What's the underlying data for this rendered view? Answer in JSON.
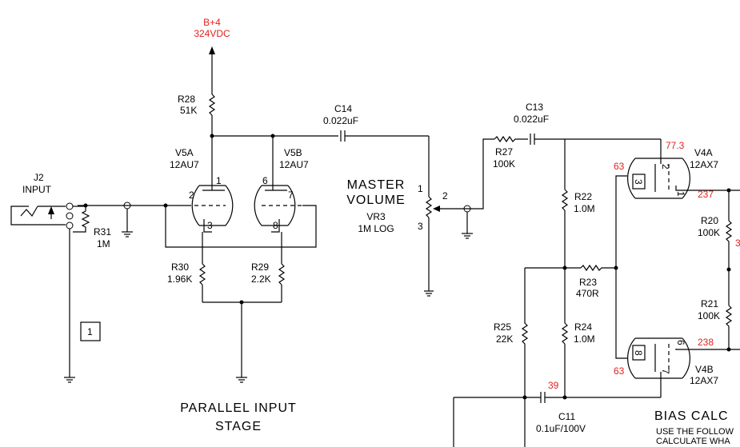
{
  "supply": {
    "name": "B+4",
    "voltage": "324VDC"
  },
  "components": {
    "r28": {
      "ref": "R28",
      "value": "51K"
    },
    "c14": {
      "ref": "C14",
      "value": "0.022uF"
    },
    "c13": {
      "ref": "C13",
      "value": "0.022uF"
    },
    "r27": {
      "ref": "R27",
      "value": "100K"
    },
    "v5a": {
      "ref": "V5A",
      "type": "12AU7"
    },
    "v5b": {
      "ref": "V5B",
      "type": "12AU7"
    },
    "j2": {
      "ref": "J2",
      "label": "INPUT"
    },
    "r31": {
      "ref": "R31",
      "value": "1M"
    },
    "r30": {
      "ref": "R30",
      "value": "1.96K"
    },
    "r29": {
      "ref": "R29",
      "value": "2.2K"
    },
    "vr3": {
      "label_line1": "MASTER",
      "label_line2": "VOLUME",
      "ref": "VR3",
      "value": "1M LOG"
    },
    "r22": {
      "ref": "R22",
      "value": "1.0M"
    },
    "r23": {
      "ref": "R23",
      "value": "470R"
    },
    "r24": {
      "ref": "R24",
      "value": "1.0M"
    },
    "r25": {
      "ref": "R25",
      "value": "22K"
    },
    "c11": {
      "ref": "C11",
      "value": "0.1uF/100V"
    },
    "v4a": {
      "ref": "V4A",
      "type": "12AX7"
    },
    "v4b": {
      "ref": "V4B",
      "type": "12AX7"
    },
    "r20": {
      "ref": "R20",
      "value": "100K"
    },
    "r21": {
      "ref": "R21",
      "value": "100K"
    }
  },
  "pins": {
    "v5a_plate": "1",
    "v5a_grid": "2",
    "v5a_cathode": "3",
    "v5b_plate": "6",
    "v5b_grid": "7",
    "v5b_cathode": "8",
    "vr3_top": "1",
    "vr3_wiper": "2",
    "vr3_bottom": "3",
    "v4a_plate": "2",
    "v4a_grid": "3",
    "v4a_cathode": "1",
    "v4b_grid": "8",
    "v4b_cathode": "6",
    "v4b_plate": "7"
  },
  "voltages": {
    "v4a_plate": "77.3",
    "v4a_grid": "63",
    "v4a_cathode": "237",
    "v4b_cathode": "238",
    "v4b_grid": "63",
    "c11_node": "39",
    "edge_partial": "3"
  },
  "section_box": "1",
  "section_title": {
    "line1": "PARALLEL INPUT",
    "line2": "STAGE"
  },
  "bias": {
    "title": "BIAS CALC",
    "line1": "USE THE FOLLOW",
    "line2": "CALCULATE WHA"
  },
  "colors": {
    "voltage_annotation": "#e0231f",
    "wire": "#000000"
  }
}
